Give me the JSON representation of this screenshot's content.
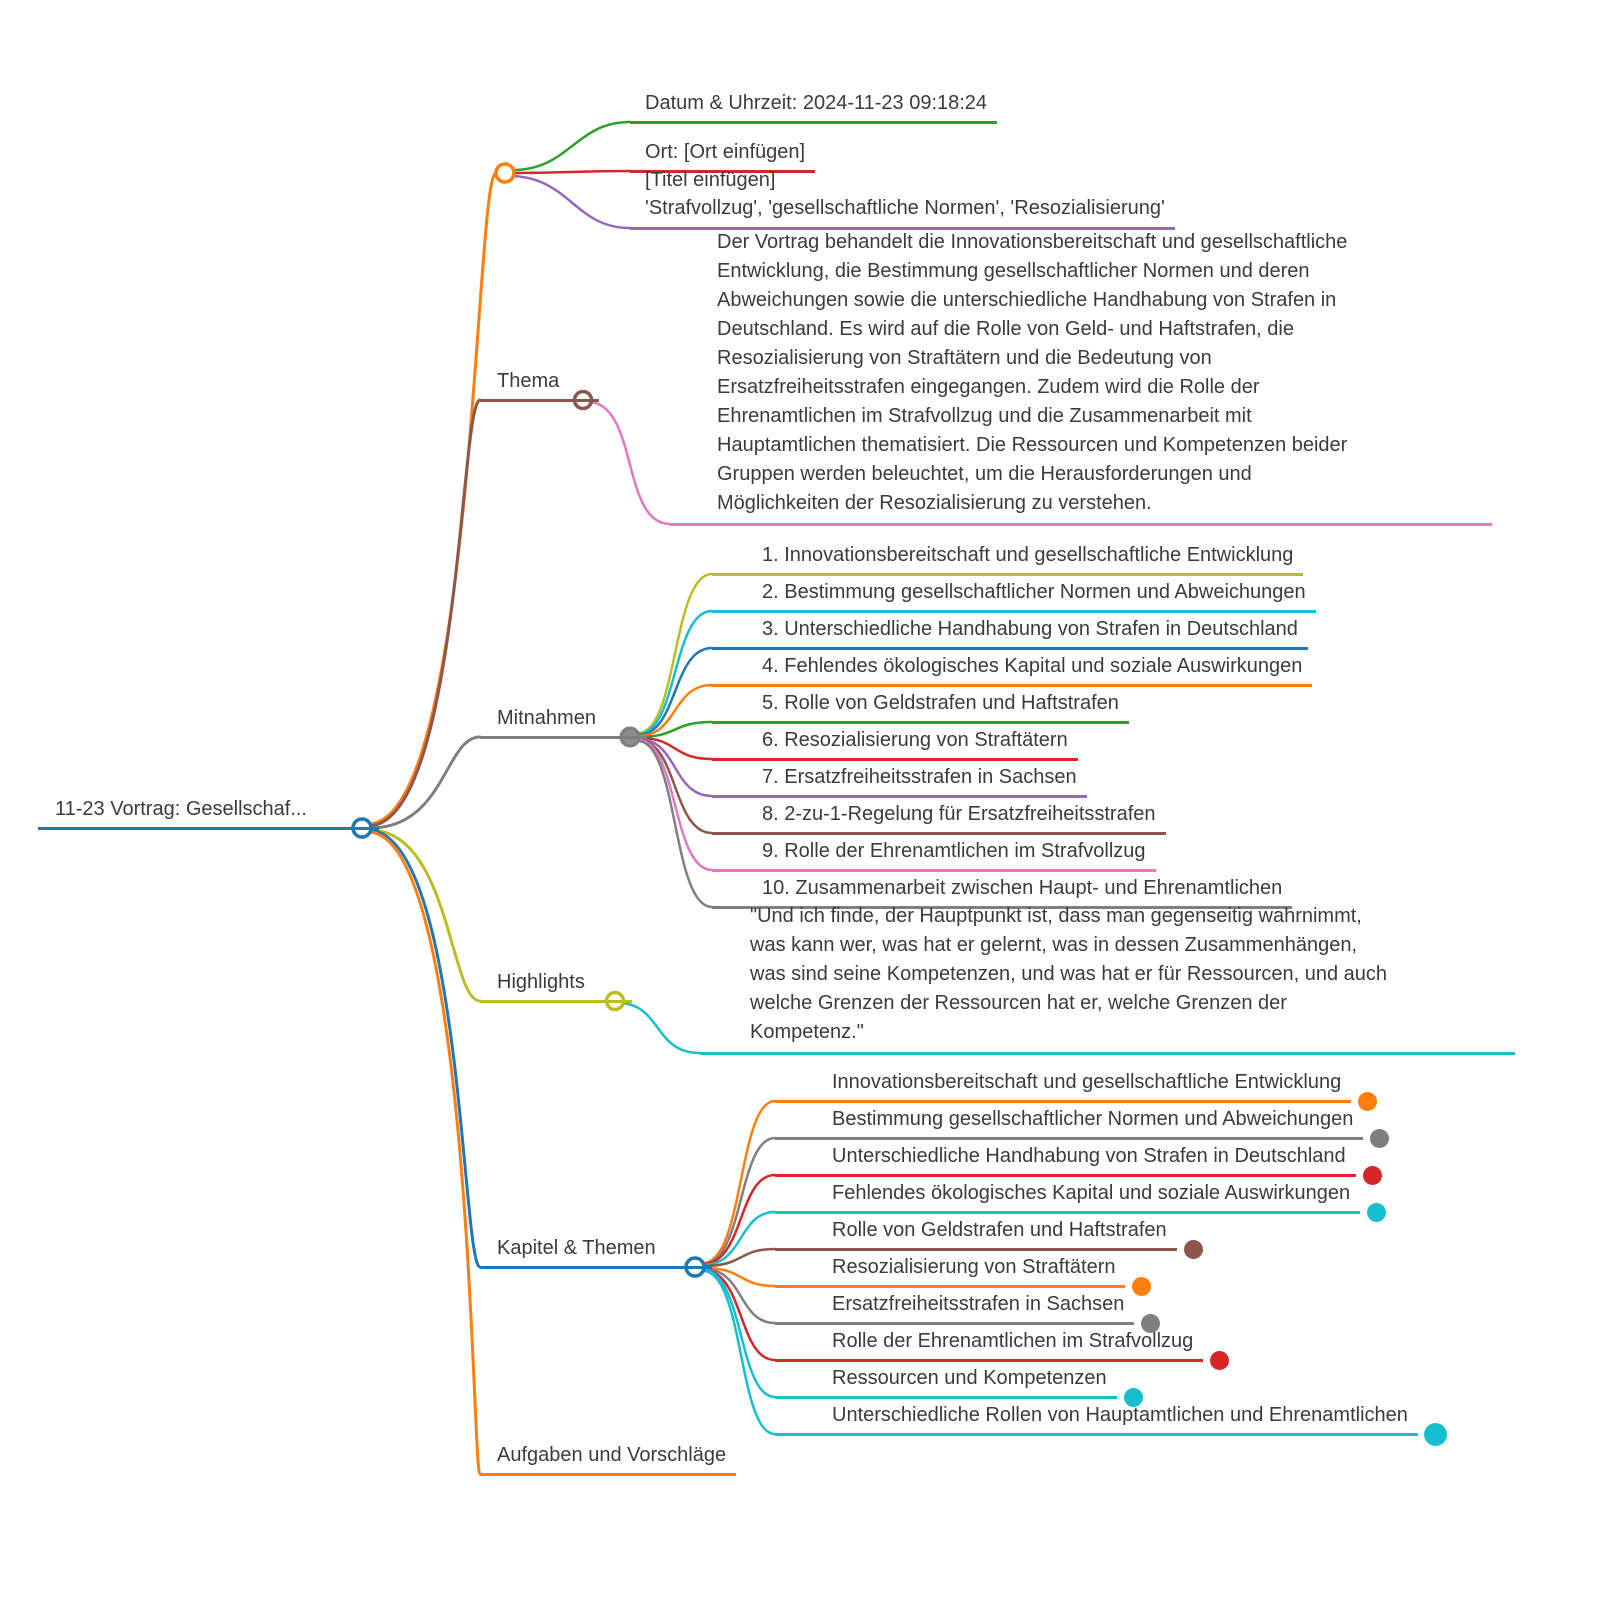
{
  "palette": {
    "blue": "#1f77b4",
    "orange": "#ff7f0e",
    "green": "#2ca02c",
    "red": "#d62728",
    "purple": "#9467bd",
    "brown": "#8c564b",
    "pink": "#e377c2",
    "gray": "#7f7f7f",
    "olive": "#bcbd22",
    "cyan": "#17becf"
  },
  "root": {
    "label": "11-23 Vortrag: Gesellschaf..."
  },
  "info": {
    "datum": "Datum & Uhrzeit: 2024-11-23 09:18:24",
    "ort": "Ort: [Ort einfügen]",
    "titel": "[Titel einfügen]",
    "keywords": "'Strafvollzug', 'gesellschaftliche Normen', 'Resozialisierung'"
  },
  "thema": {
    "label": "Thema",
    "text": "Der Vortrag behandelt die Innovationsbereitschaft und gesellschaftliche\nEntwicklung, die Bestimmung gesellschaftlicher Normen und deren\nAbweichungen sowie die unterschiedliche Handhabung von Strafen in\nDeutschland. Es wird auf die Rolle von Geld- und Haftstrafen, die\nResozialisierung von Straftätern und die Bedeutung von\nErsatzfreiheitsstrafen eingegangen. Zudem wird die Rolle der\nEhrenamtlichen im Strafvollzug und die Zusammenarbeit mit\nHauptamtlichen thematisiert. Die Ressourcen und Kompetenzen beider\nGruppen werden beleuchtet, um die Herausforderungen und\nMöglichkeiten der Resozialisierung zu verstehen."
  },
  "mitnahmen": {
    "label": "Mitnahmen",
    "items": [
      "1. Innovationsbereitschaft und gesellschaftliche Entwicklung",
      "2. Bestimmung gesellschaftlicher Normen und Abweichungen",
      "3. Unterschiedliche Handhabung von Strafen in Deutschland",
      "4. Fehlendes ökologisches Kapital und soziale Auswirkungen",
      "5. Rolle von Geldstrafen und Haftstrafen",
      "6. Resozialisierung von Straftätern",
      "7. Ersatzfreiheitsstrafen in Sachsen",
      "8. 2-zu-1-Regelung für Ersatzfreiheitsstrafen",
      "9. Rolle der Ehrenamtlichen im Strafvollzug",
      "10. Zusammenarbeit zwischen Haupt- und Ehrenamtlichen"
    ]
  },
  "highlights": {
    "label": "Highlights",
    "quote": "\"Und ich finde, der Hauptpunkt ist, dass man gegenseitig wahrnimmt,\nwas kann wer, was hat er gelernt, was in dessen Zusammenhängen,\nwas sind seine Kompetenzen, und was hat er für Ressourcen, und auch\nwelche Grenzen der Ressourcen hat er, welche Grenzen der\nKompetenz.\""
  },
  "kapitel": {
    "label": "Kapitel & Themen",
    "items": [
      "Innovationsbereitschaft und gesellschaftliche Entwicklung",
      "Bestimmung gesellschaftlicher Normen und Abweichungen",
      "Unterschiedliche Handhabung von Strafen in Deutschland",
      "Fehlendes ökologisches Kapital und soziale Auswirkungen",
      "Rolle von Geldstrafen und Haftstrafen",
      "Resozialisierung von Straftätern",
      "Ersatzfreiheitsstrafen in Sachsen",
      "Rolle der Ehrenamtlichen im Strafvollzug",
      "Ressourcen und Kompetenzen",
      "Unterschiedliche Rollen von Hauptamtlichen und Ehrenamtlichen"
    ]
  },
  "aufgaben": {
    "label": "Aufgaben und Vorschläge"
  }
}
